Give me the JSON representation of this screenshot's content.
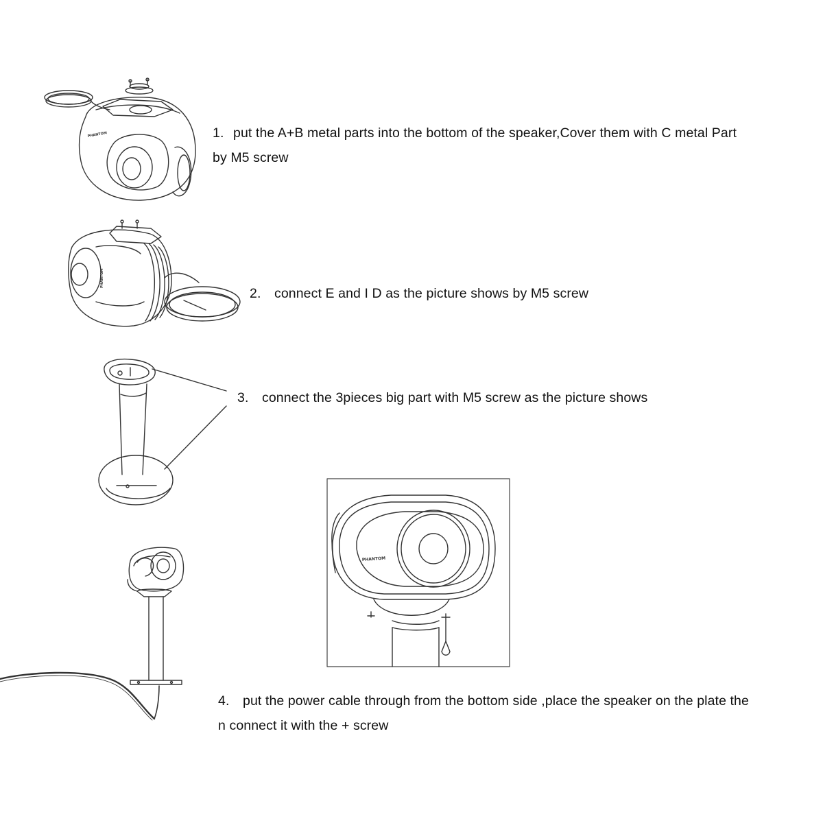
{
  "steps": [
    {
      "number": "1.",
      "lines": [
        "put the A+B  metal parts  into the bottom of the speaker,Cover them with C metal Part",
        "by M5 screw"
      ]
    },
    {
      "number": "2.",
      "lines": [
        "connect E and I D as the picture shows by M5 screw"
      ]
    },
    {
      "number": "3.",
      "lines": [
        "connect the 3pieces big part with M5 screw as the picture shows"
      ]
    },
    {
      "number": "4.",
      "lines": [
        "put the power cable through from the bottom side ,place the speaker on the plate the",
        "n connect it with the + screw"
      ]
    }
  ],
  "speaker_brand_label": "PHANTOM",
  "icons": [
    "speaker-bottom-illustration",
    "speaker-side-illustration",
    "stand-illustration",
    "assembled-stand-illustration",
    "detail-inset-illustration"
  ]
}
